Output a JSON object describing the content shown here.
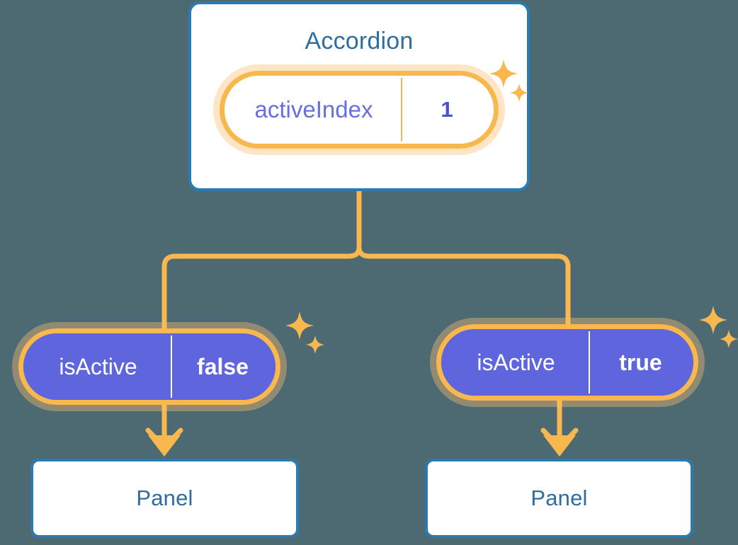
{
  "theme": {
    "background": "#4d6a73",
    "card_background": "#ffffff",
    "card_border": "#2b7bb0",
    "card_title_color": "#2d6e9e",
    "pill_ring": "#f8b84e",
    "pill_halo": "#fadfb0",
    "pill_fill_purple": "#5f66dd",
    "pill_text_purple": "#6670dc",
    "connector": "#f8b84e"
  },
  "diagram": {
    "type": "component-state-tree",
    "root": {
      "title": "Accordion",
      "state": {
        "key": "activeIndex",
        "value": "1"
      }
    },
    "children": [
      {
        "state": {
          "key": "isActive",
          "value": "false"
        },
        "title": "Panel"
      },
      {
        "state": {
          "key": "isActive",
          "value": "true"
        },
        "title": "Panel"
      }
    ]
  },
  "icons": {
    "sparkle_large": "sparkle-four-point-large",
    "sparkle_small": "sparkle-four-point-small",
    "arrow_down": "arrow-down-icon"
  }
}
